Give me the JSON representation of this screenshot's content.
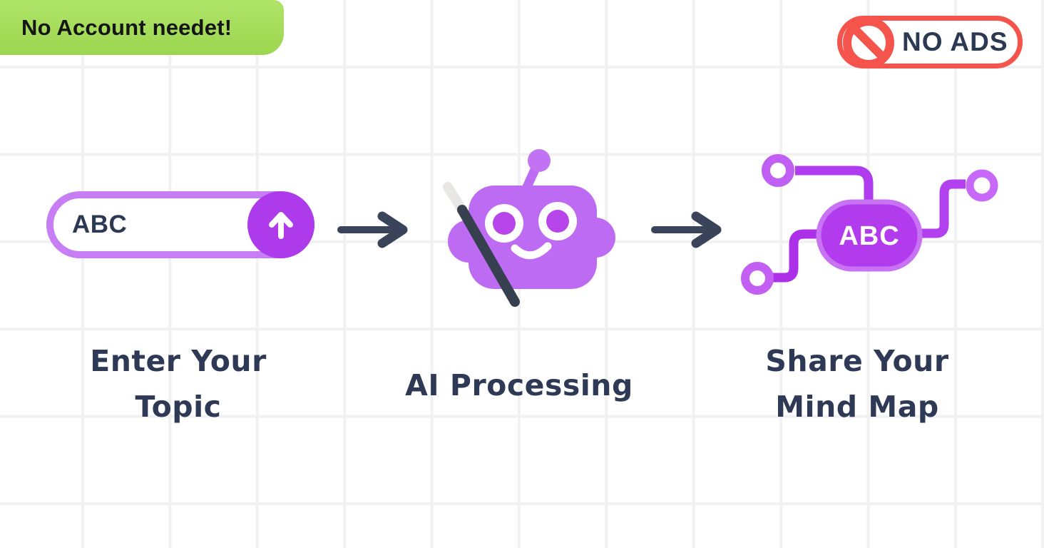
{
  "badges": {
    "no_account": {
      "label": "No Account needet!",
      "bg_color": "#A6DE58",
      "text_color": "#151515"
    },
    "no_ads": {
      "label": "NO ADS",
      "border_color": "#F4544C",
      "text_color": "#2B3A52",
      "icon": "prohibition-icon"
    }
  },
  "steps": [
    {
      "id": "enter-topic",
      "label": "Enter Your\nTopic",
      "input_value": "ABC",
      "submit_icon": "arrow-up-icon"
    },
    {
      "id": "ai-processing",
      "label": "AI Processing",
      "icon": "robot-magic-wand-icon"
    },
    {
      "id": "share-mindmap",
      "label": "Share Your\nMind Map",
      "node_text": "ABC",
      "icon": "mind-map-icon"
    }
  ],
  "connectors": {
    "icon": "arrow-right-icon",
    "color": "#39445A"
  },
  "colors": {
    "purple_button": "#AE3BEB",
    "purple_border_light": "#C77DF3",
    "robot_purple": "#BE6BF3",
    "mindmap_node": "#B23BEE",
    "navy_text": "#2E3A55",
    "green_badge": "#A6DE58",
    "red_badge": "#F4544C",
    "grid_line": "#F1F1F2"
  }
}
